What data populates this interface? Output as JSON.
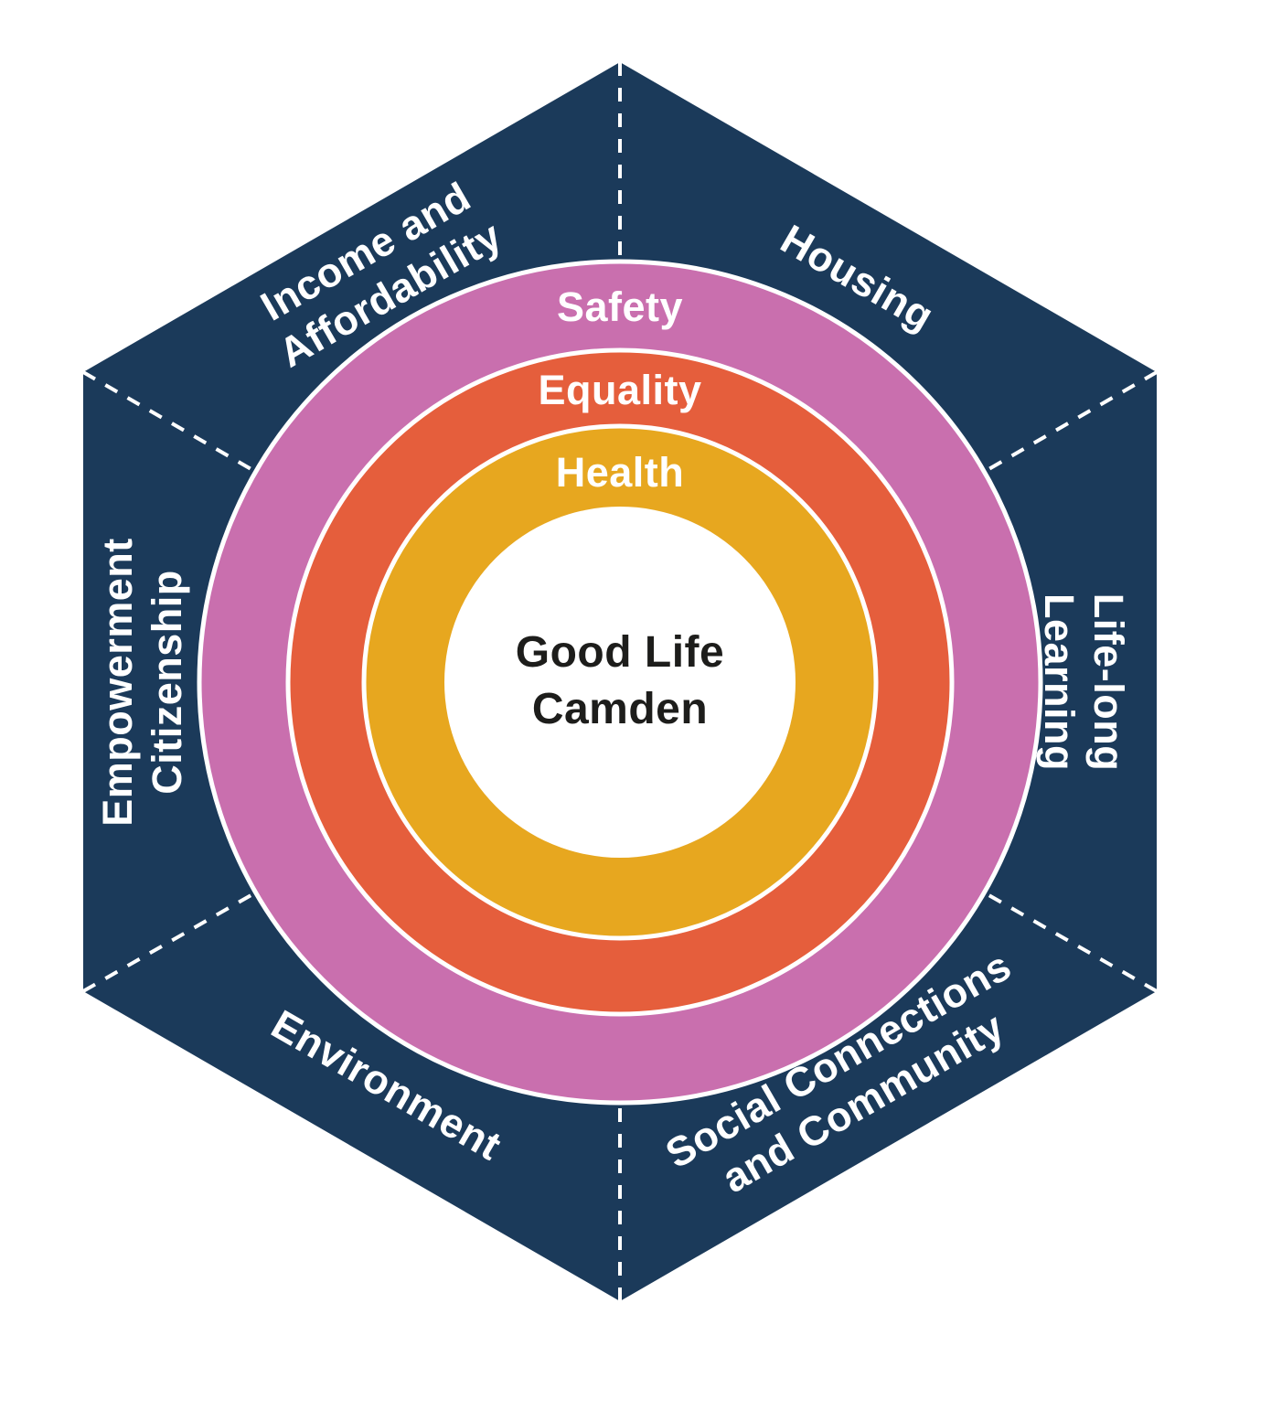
{
  "diagram_title": "Good Life Camden",
  "hexagon": {
    "color": "#1b3a5a",
    "divider_color": "#ffffff"
  },
  "center": {
    "line1": "Good Life",
    "line2": "Camden",
    "bg": "#ffffff",
    "text_color": "#1d1d1b"
  },
  "rings": {
    "outer": {
      "label": "Safety",
      "color": "#c96fae"
    },
    "middle": {
      "label": "Equality",
      "color": "#e55e3c"
    },
    "inner": {
      "label": "Health",
      "color": "#e7a71f"
    }
  },
  "segments": {
    "income_affordability": {
      "line1": "Income and",
      "line2": "Affordability",
      "position": "top-left"
    },
    "housing": {
      "line1": "Housing",
      "position": "top-right"
    },
    "lifelong_learning": {
      "line1": "Life-long",
      "line2": "Learning",
      "position": "right"
    },
    "social_connections": {
      "line1": "Social Connections",
      "line2": "and Community",
      "position": "bottom-right"
    },
    "environment": {
      "line1": "Environment",
      "position": "bottom-left"
    },
    "empowerment_citizenship": {
      "line1": "Empowerment",
      "line2": "Citizenship",
      "position": "left"
    }
  }
}
